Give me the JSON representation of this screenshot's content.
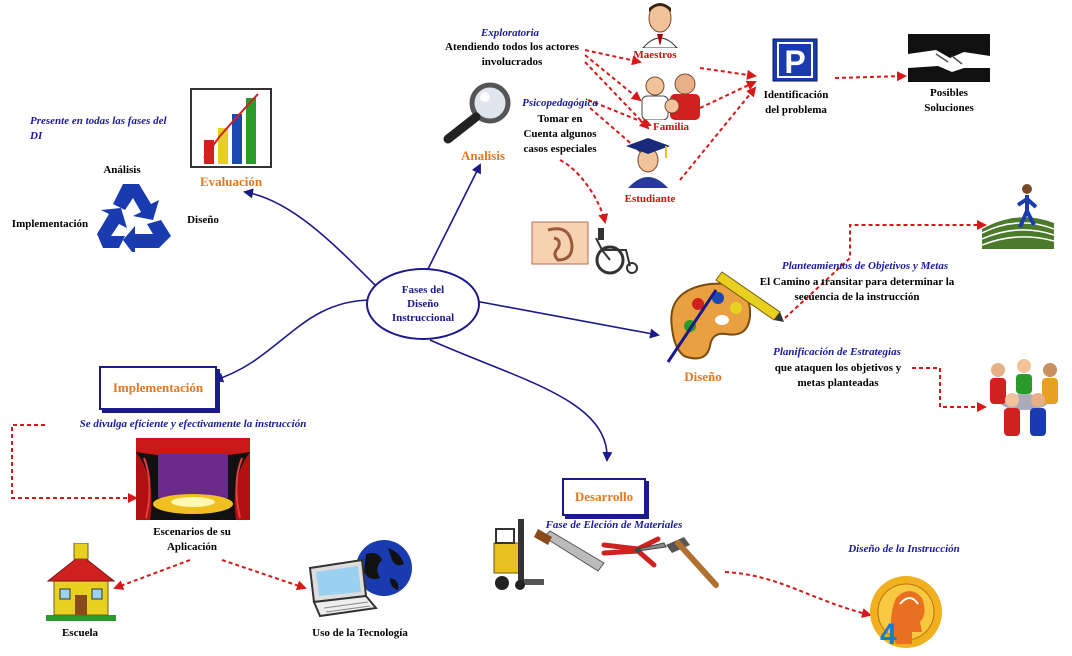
{
  "center": {
    "label": "Fases del\nDiseño\nInstruccional"
  },
  "analysis": {
    "title": "Analisis",
    "exploratory_title": "Exploratoria",
    "exploratory_text": "Atendiendo todos los actores\ninvolucrados",
    "psycho_title": "Psicopedagógica",
    "psycho_text": "Tomar en\nCuenta algunos\ncasos especiales",
    "actors": [
      "Maestros",
      "Familia",
      "Estudiante"
    ],
    "problem": "Identificación\ndel problema",
    "solutions": "Posibles\nSoluciones"
  },
  "design": {
    "title": "Diseño",
    "objectives_title": "Planteamientos de Objetivos y Metas",
    "objectives_text": "El Camino a transitar para determinar la\nsecuencia de la instrucción",
    "strategies_title": "Planificación de Estrategias",
    "strategies_text": "que ataquen los objetivos y\nmetas planteadas"
  },
  "development": {
    "title": "Desarrollo",
    "materials_title": "Fase de Eleción de Materiales",
    "outcome": "Diseño de la Instrucción"
  },
  "implementation": {
    "title": "Implementación",
    "desc": "Se divulga eficiente y efectivamente la instrucción",
    "scenarios": "Escenarios de su\nAplicación",
    "school": "Escuela",
    "technology": "Uso de la Tecnología"
  },
  "evaluation": {
    "title": "Evaluación",
    "present": "Presente en todas las fases del\nDI",
    "cycle": [
      "Análisis",
      "Diseño",
      "Implementación"
    ]
  },
  "colors": {
    "main_arrow": "#1a1a8a",
    "dashed_arrow": "#d81818",
    "phase_title": "#e8771c",
    "italic_text": "#1a1a9a"
  },
  "icons": [
    "magnifier-icon",
    "teacher-icon",
    "family-icon",
    "graduate-icon",
    "parking-sign-icon",
    "handshake-icon",
    "ear-wheelchair-icon",
    "runner-track-icon",
    "palette-icon",
    "team-meeting-icon",
    "bar-chart-icon",
    "recycle-icon",
    "theater-stage-icon",
    "school-house-icon",
    "laptop-globe-icon",
    "tools-icon",
    "head-number-icon"
  ]
}
